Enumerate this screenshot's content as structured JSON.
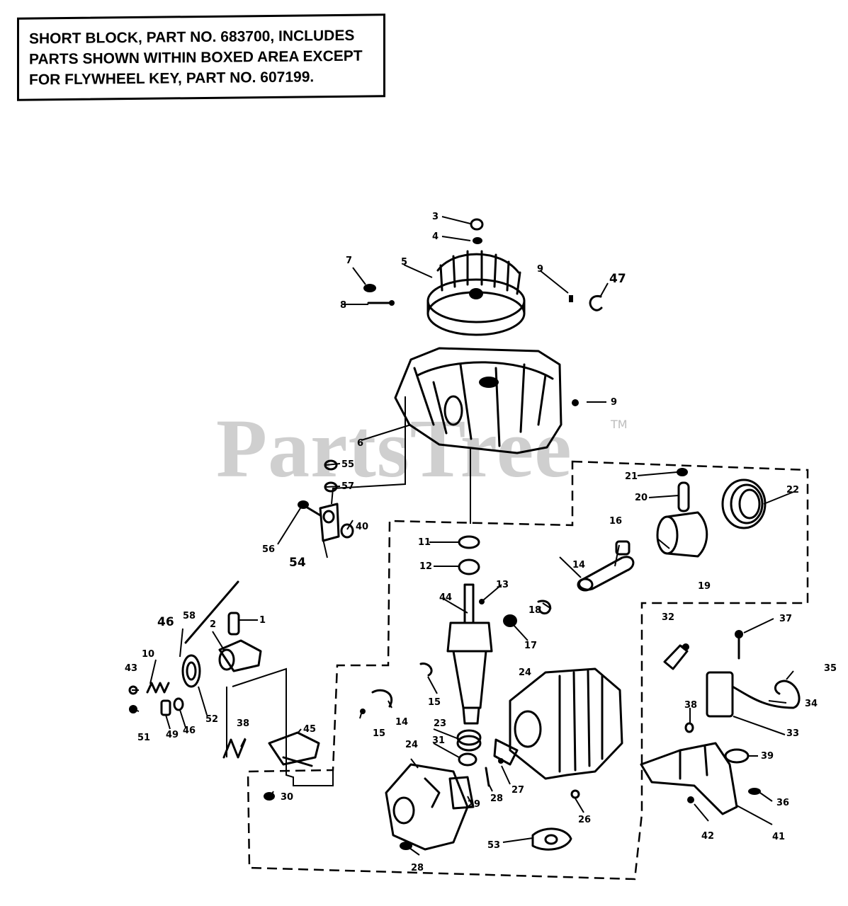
{
  "note": {
    "lines": [
      "SHORT BLOCK, PART NO. 683700, INCLUDES",
      "PARTS SHOWN WITHIN BOXED AREA EXCEPT",
      "FOR FLYWHEEL KEY, PART NO. 607199."
    ]
  },
  "watermark": {
    "text": "PartsTree",
    "tm": "TM"
  },
  "callouts": [
    {
      "id": "c3",
      "text": "3"
    },
    {
      "id": "c4",
      "text": "4"
    },
    {
      "id": "c5",
      "text": "5"
    },
    {
      "id": "c7",
      "text": "7"
    },
    {
      "id": "c8a",
      "text": "8"
    },
    {
      "id": "c9a",
      "text": "9"
    },
    {
      "id": "c47",
      "text": "47"
    },
    {
      "id": "c9b",
      "text": "9"
    },
    {
      "id": "c6",
      "text": "6"
    },
    {
      "id": "c55",
      "text": "55"
    },
    {
      "id": "c57",
      "text": "57"
    },
    {
      "id": "c21",
      "text": "21"
    },
    {
      "id": "c20",
      "text": "20"
    },
    {
      "id": "c22",
      "text": "22"
    },
    {
      "id": "c56",
      "text": "56"
    },
    {
      "id": "c40",
      "text": "40"
    },
    {
      "id": "c54",
      "text": "54"
    },
    {
      "id": "c11",
      "text": "11"
    },
    {
      "id": "c12",
      "text": "12"
    },
    {
      "id": "c16",
      "text": "16"
    },
    {
      "id": "c14a",
      "text": "14"
    },
    {
      "id": "c19",
      "text": "19"
    },
    {
      "id": "c13",
      "text": "13"
    },
    {
      "id": "c18",
      "text": "18"
    },
    {
      "id": "c44",
      "text": "44"
    },
    {
      "id": "c58",
      "text": "58"
    },
    {
      "id": "c1",
      "text": "1"
    },
    {
      "id": "c17",
      "text": "17"
    },
    {
      "id": "c32",
      "text": "32"
    },
    {
      "id": "c37",
      "text": "37"
    },
    {
      "id": "c46a",
      "text": "46"
    },
    {
      "id": "c2",
      "text": "2"
    },
    {
      "id": "c10",
      "text": "10"
    },
    {
      "id": "c43",
      "text": "43"
    },
    {
      "id": "c15a",
      "text": "15"
    },
    {
      "id": "c24a",
      "text": "24"
    },
    {
      "id": "c35",
      "text": "35"
    },
    {
      "id": "c34",
      "text": "34"
    },
    {
      "id": "c14b",
      "text": "14"
    },
    {
      "id": "c15b",
      "text": "15"
    },
    {
      "id": "c38a",
      "text": "38"
    },
    {
      "id": "c33",
      "text": "33"
    },
    {
      "id": "c51",
      "text": "51"
    },
    {
      "id": "c49",
      "text": "49"
    },
    {
      "id": "c46b",
      "text": "46"
    },
    {
      "id": "c52",
      "text": "52"
    },
    {
      "id": "c45",
      "text": "45"
    },
    {
      "id": "c38b",
      "text": "38"
    },
    {
      "id": "c23",
      "text": "23"
    },
    {
      "id": "c31",
      "text": "31"
    },
    {
      "id": "c24b",
      "text": "24"
    },
    {
      "id": "c39",
      "text": "39"
    },
    {
      "id": "c30",
      "text": "30"
    },
    {
      "id": "c27",
      "text": "27"
    },
    {
      "id": "c28a",
      "text": "28"
    },
    {
      "id": "c29",
      "text": "29"
    },
    {
      "id": "c26",
      "text": "26"
    },
    {
      "id": "c36",
      "text": "36"
    },
    {
      "id": "c42",
      "text": "42"
    },
    {
      "id": "c41",
      "text": "41"
    },
    {
      "id": "c53",
      "text": "53"
    },
    {
      "id": "c28b",
      "text": "28"
    }
  ]
}
